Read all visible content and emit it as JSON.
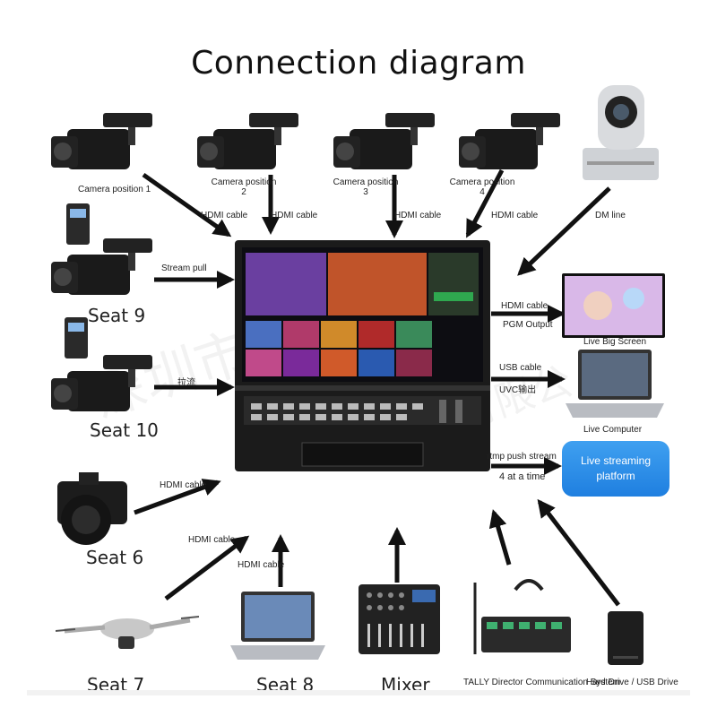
{
  "title": "Connection diagram",
  "watermark": "深圳市奥顿",
  "watermark2": "有限公",
  "top_devices": [
    {
      "id": "cam1",
      "label": "Camera position 1",
      "cable": "HDMI cable"
    },
    {
      "id": "cam2",
      "label_line1": "Camera position",
      "label_line2": "2",
      "cable": "HDMI cable"
    },
    {
      "id": "cam3",
      "label_line1": "Camera position",
      "label_line2": "3",
      "cable": "HDMI cable"
    },
    {
      "id": "cam4",
      "label_line1": "Camera position",
      "label_line2": "4",
      "cable": "HDMI cable"
    },
    {
      "id": "ptz",
      "cable": "DM line"
    }
  ],
  "left_devices": [
    {
      "id": "seat9",
      "label": "Seat 9",
      "cable": "Stream pull"
    },
    {
      "id": "seat10",
      "label": "Seat 10",
      "cable": "拉流"
    },
    {
      "id": "seat6",
      "label": "Seat 6",
      "cable": "HDMI cable"
    }
  ],
  "bottom_devices": [
    {
      "id": "seat7",
      "label": "Seat 7",
      "cable": "HDMI cable"
    },
    {
      "id": "seat8",
      "label": "Seat 8",
      "cable": "HDMI cable"
    },
    {
      "id": "mixer",
      "label": "Mixer"
    },
    {
      "id": "tally",
      "label": "TALLY Director Communication System"
    },
    {
      "id": "hdd",
      "label": "Hard Drive / USB Drive"
    }
  ],
  "outputs": {
    "big_screen": {
      "cable": "HDMI cable",
      "sub": "PGM Output",
      "label": "Live Big Screen"
    },
    "computer": {
      "cable": "USB cable",
      "sub": "UVC输出",
      "label": "Live Computer"
    },
    "platform": {
      "cable": "rtmp push stream",
      "sub": "4 at a time",
      "label_line1": "Live streaming",
      "label_line2": "platform"
    }
  },
  "colors": {
    "arrow": "#111111",
    "platform": "#2a8ae8",
    "device": "#1a1a1a"
  }
}
